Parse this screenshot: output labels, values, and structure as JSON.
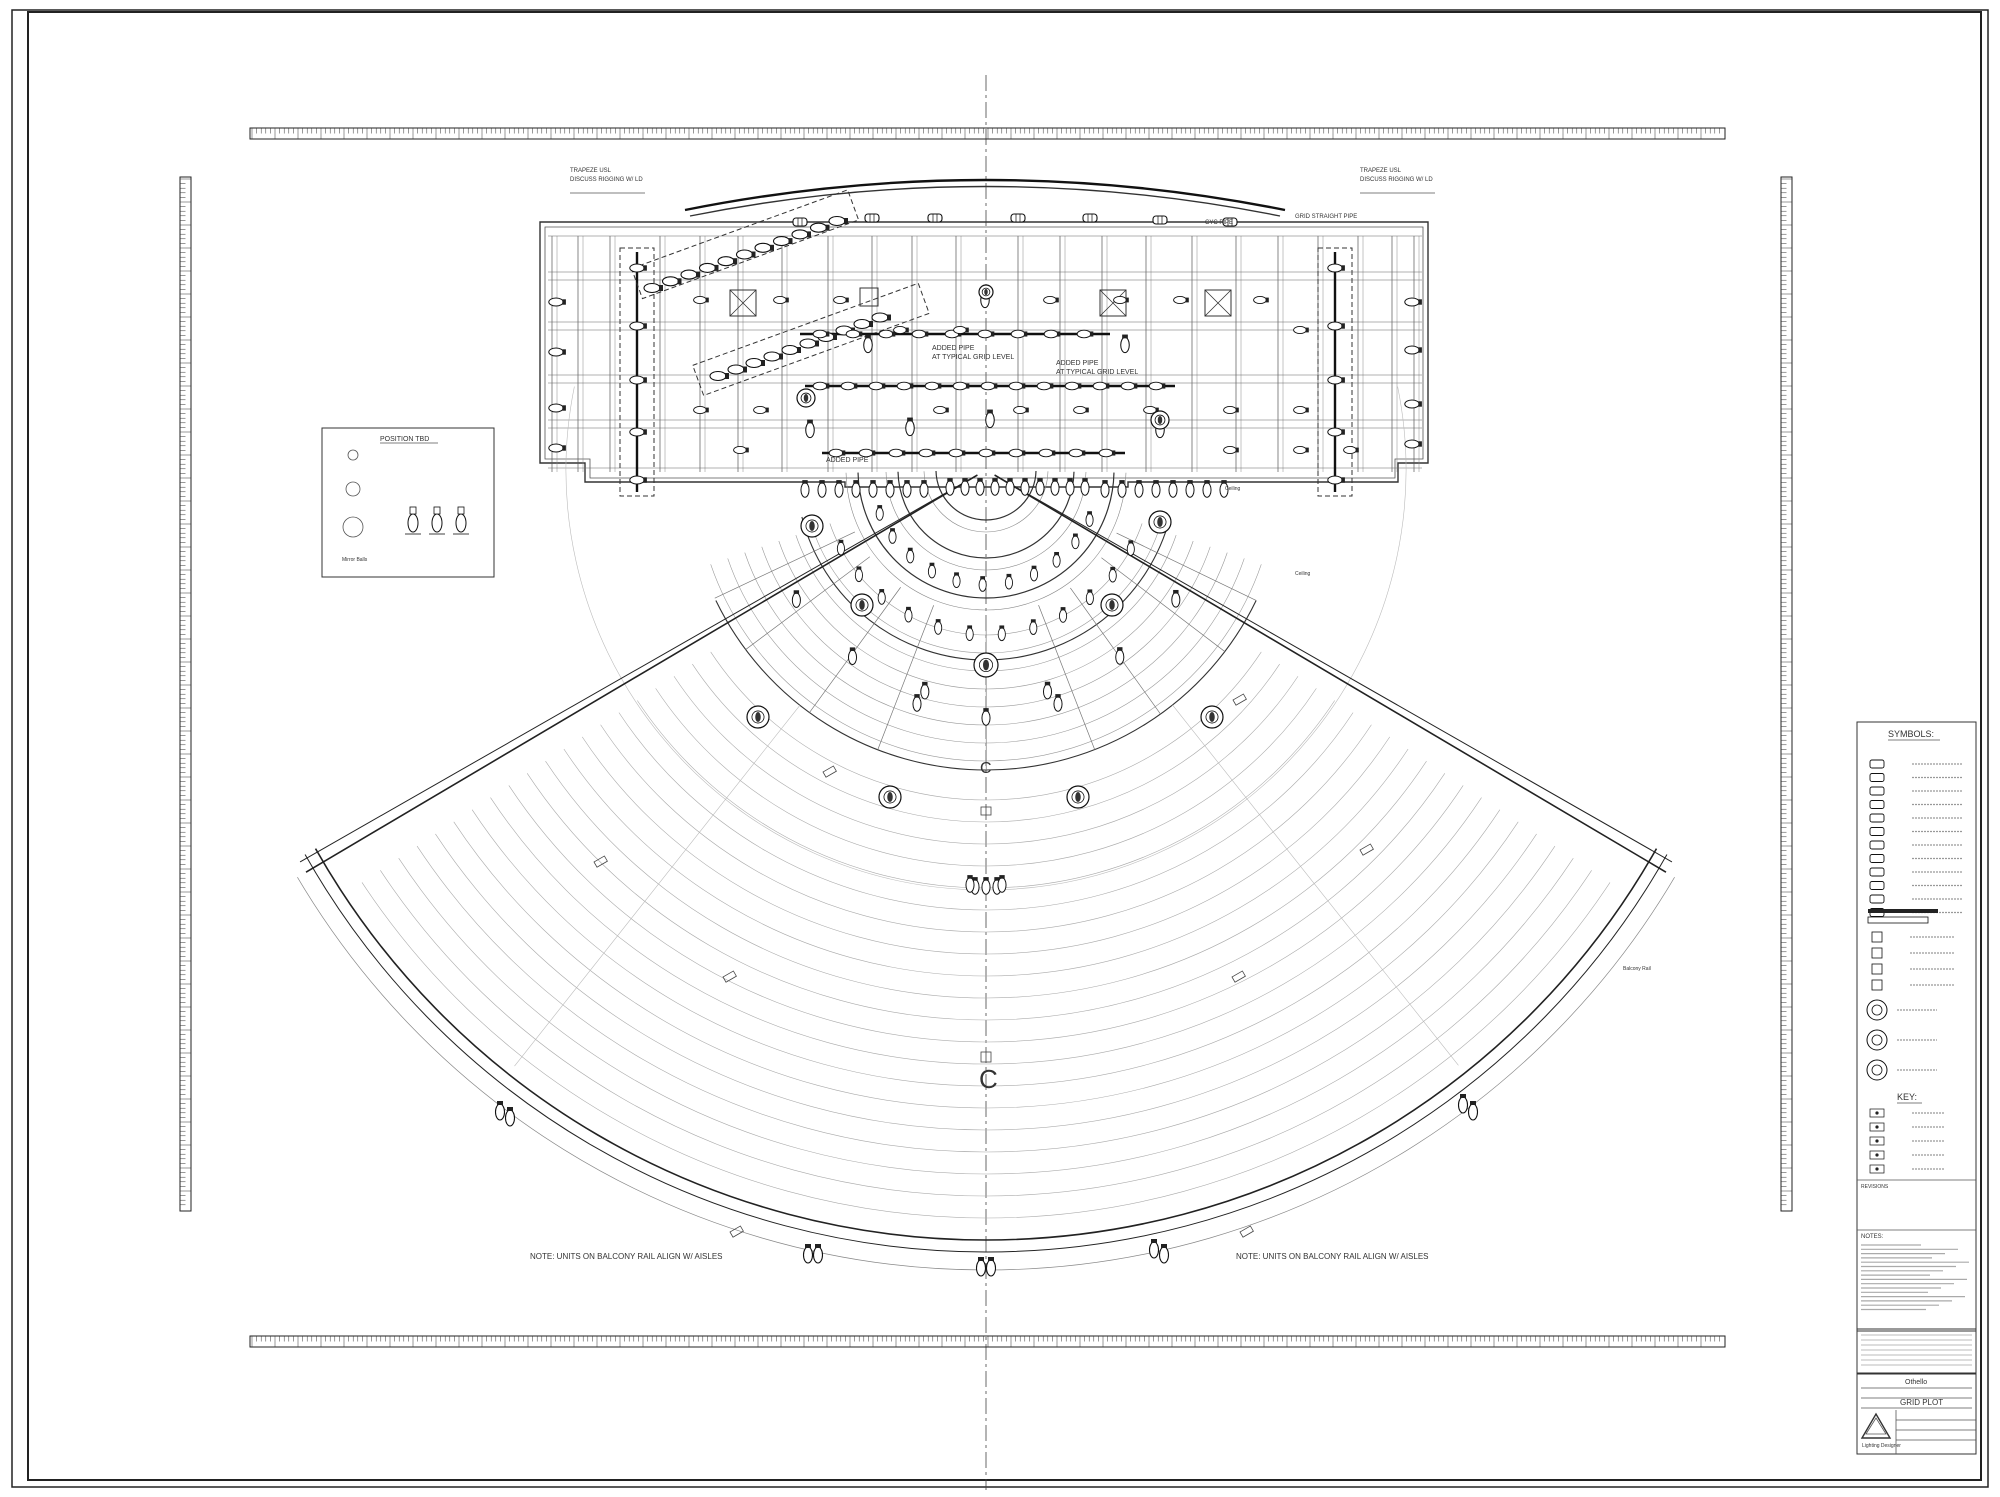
{
  "drawing": {
    "trapeze_left": [
      "TRAPEZE USL",
      "DISCUSS RIGGING W/ LD"
    ],
    "trapeze_right": [
      "TRAPEZE USL",
      "DISCUSS RIGGING W/ LD"
    ],
    "grid_straight_pipe": "GRID STRAIGHT PIPE",
    "cyc_pipe": "CYC PIPE",
    "added_pipe_1": "ADDED PIPE",
    "added_pipe_1b": "AT TYPICAL GRID LEVEL",
    "added_pipe_2": "ADDED PIPE",
    "added_pipe_2b": "AT TYPICAL GRID LEVEL",
    "added_pipe_3": "ADDED PIPE",
    "balcony_note_left": "NOTE: UNITS ON BALCONY RAIL ALIGN W/ AISLES",
    "balcony_note_right": "NOTE: UNITS ON BALCONY RAIL ALIGN W/ AISLES",
    "centerline": "C",
    "balcony_rail": "Balcony Rail",
    "ceiling_1": "Ceiling",
    "ceiling_2": "Ceiling"
  },
  "position_tbd": {
    "title": "POSITION TBD",
    "mirror_ball": "Mirror Balls"
  },
  "legend": {
    "symbols_title": "SYMBOLS:",
    "key_title": "KEY:",
    "revisions_title": "REVISIONS",
    "notes_title": "NOTES:"
  },
  "title_block": {
    "show": "Othello",
    "sheet": "GRID PLOT",
    "designer": "Lighting Designer"
  }
}
